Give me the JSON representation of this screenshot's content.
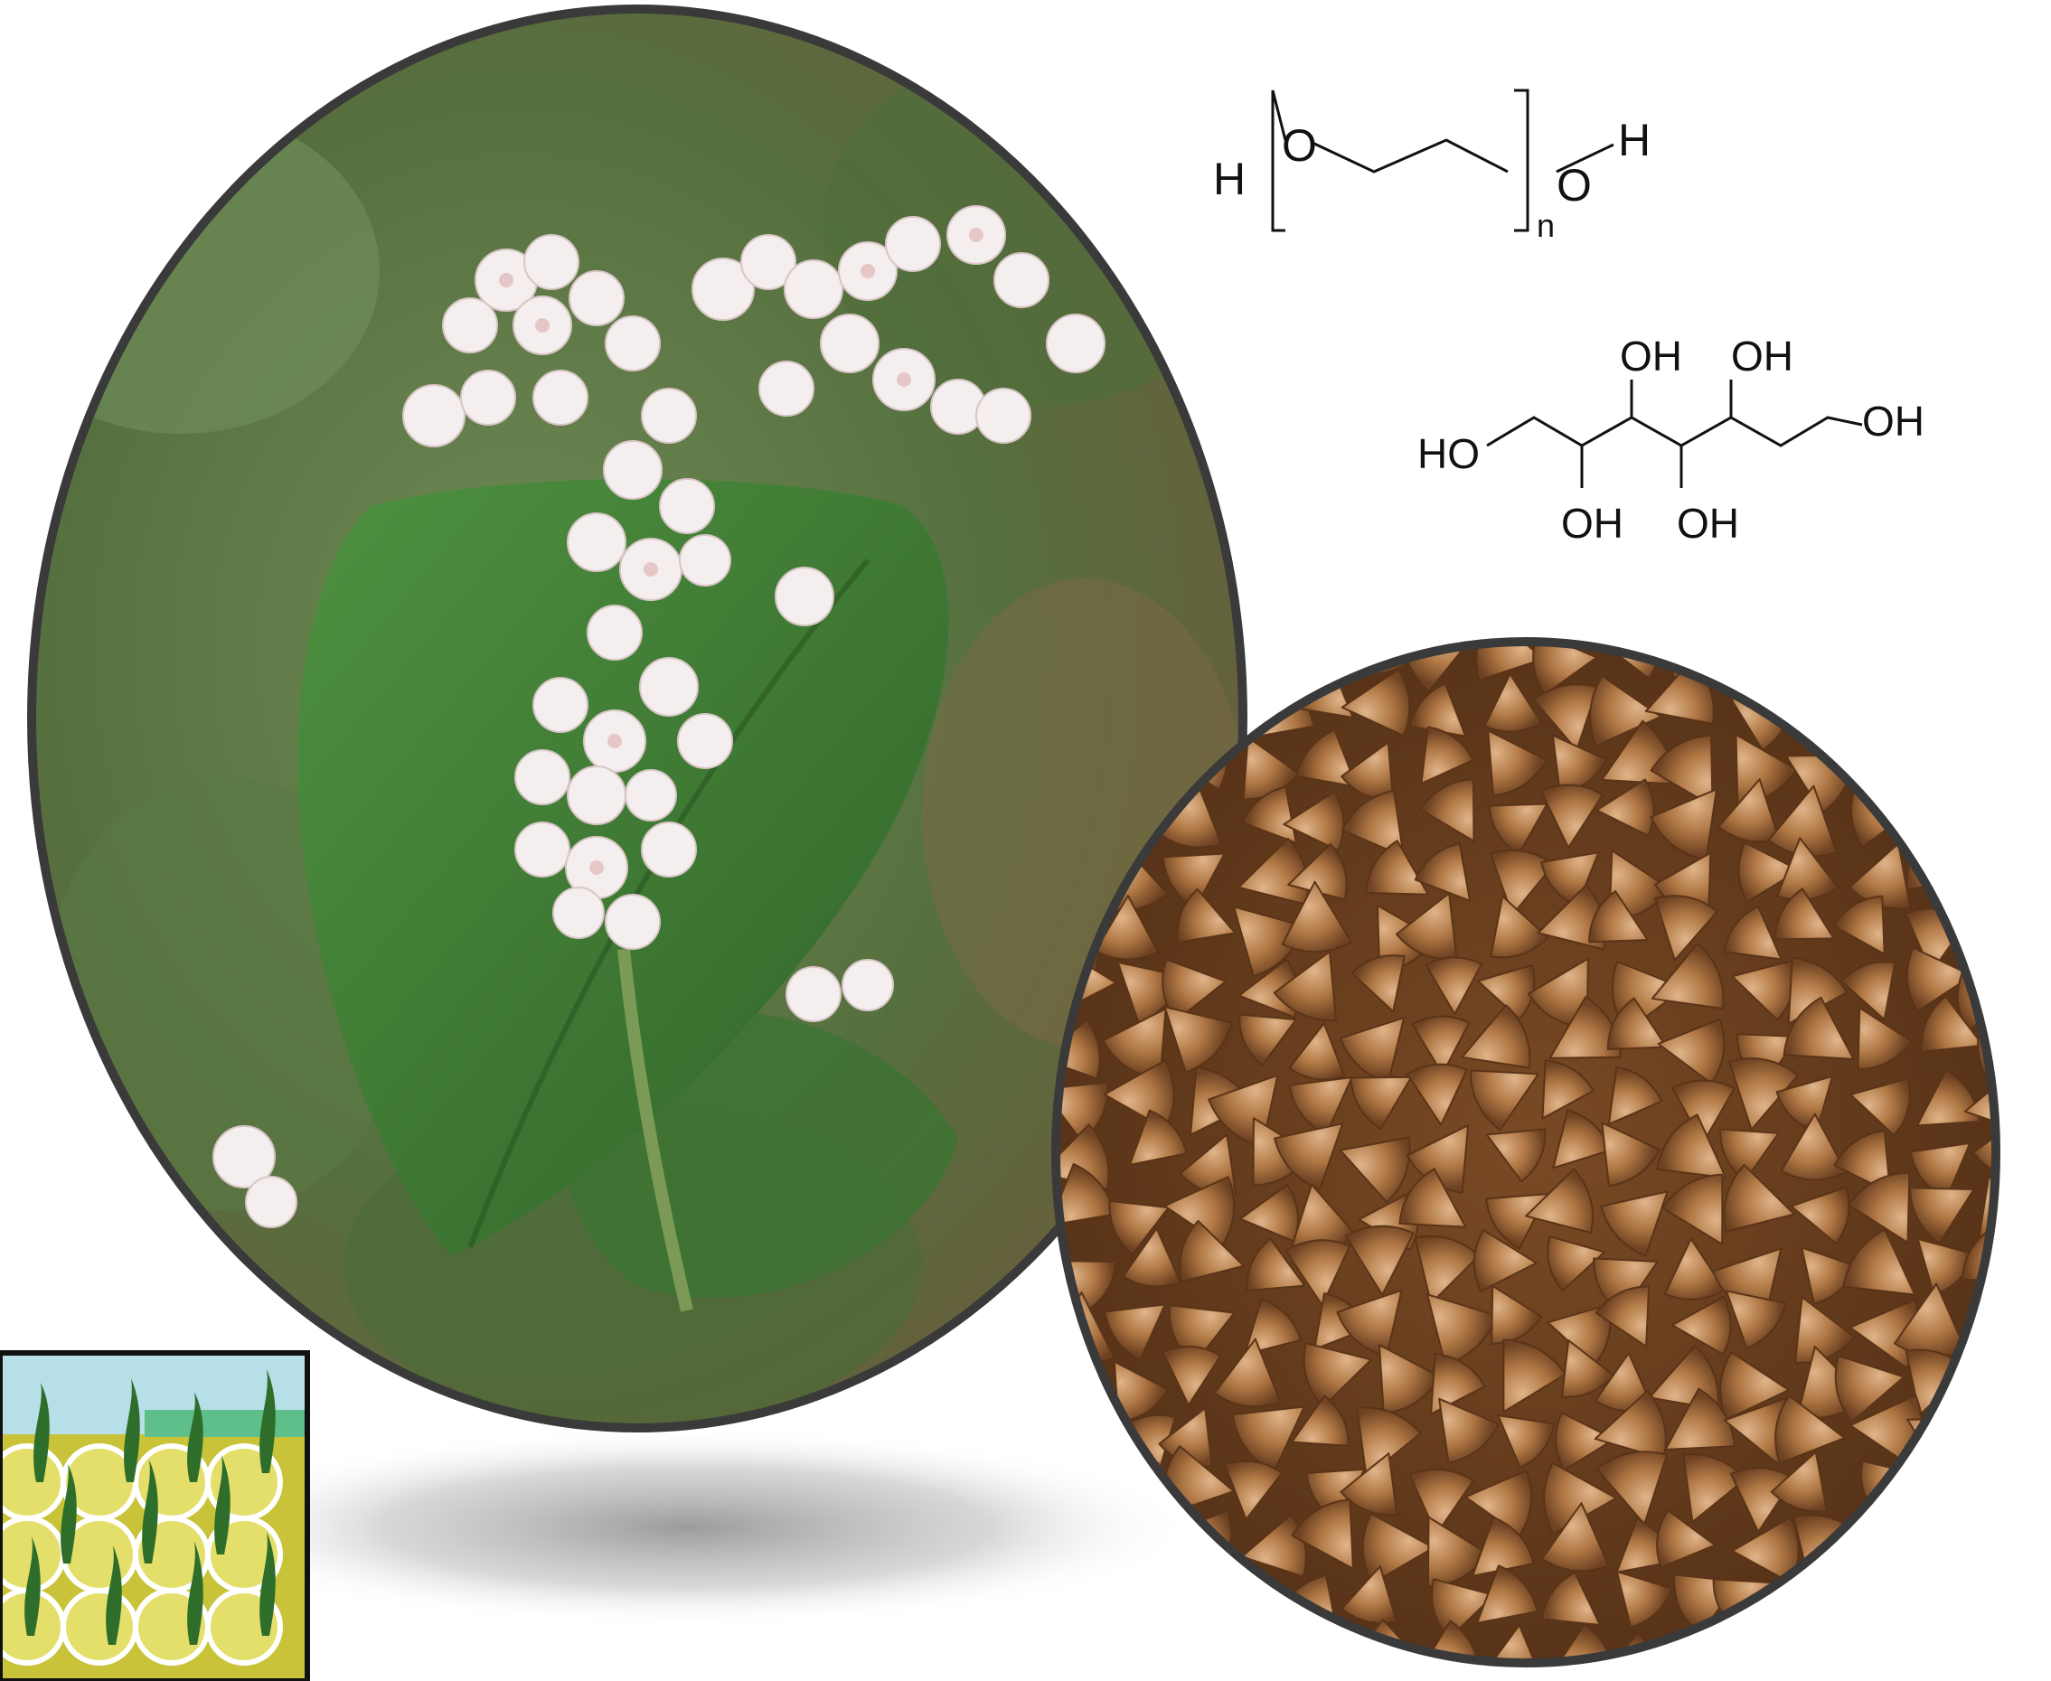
{
  "peg": {
    "h_left": "H",
    "o_left": "O",
    "subscript": "n",
    "o_right": "O",
    "h_right": "H"
  },
  "sorbitol": {
    "oh_top_1": "OH",
    "oh_top_2": "OH",
    "ho_left": "HO",
    "oh_right": "OH",
    "oh_bottom_1": "OH",
    "oh_bottom_2": "OH"
  },
  "colors": {
    "frame": "#3a3a3a",
    "leaf": "#3f7a35",
    "flower": "#f4eeee",
    "seed": "#a66a3a",
    "background_green": "#5e7b4a",
    "tray": "#d9d23a"
  }
}
